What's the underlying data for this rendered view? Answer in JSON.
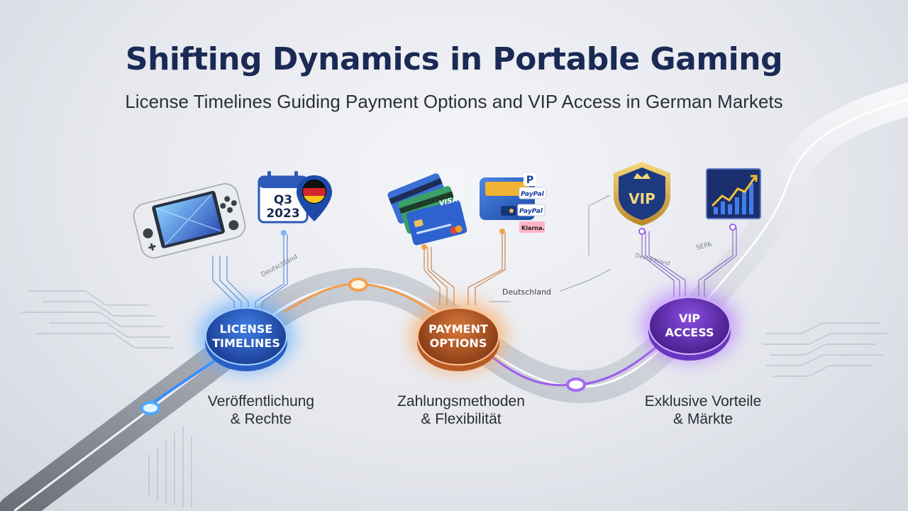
{
  "title": "Shifting Dynamics in Portable Gaming",
  "subtitle": "License Timelines Guiding Payment Options and VIP Access in German Markets",
  "stages": [
    {
      "label": "LICENSE\nTIMELINES",
      "caption_line1": "Veröffentlichung",
      "caption_line2": "& Rechte",
      "color": "#2f6fe0"
    },
    {
      "label": "PAYMENT\nOPTIONS",
      "caption_line1": "Zahlungsmethoden",
      "caption_line2": "& Flexibilität",
      "color": "#e07a34"
    },
    {
      "label": "VIP\nACCESS",
      "caption_line1": "Exklusive Vorteile",
      "caption_line2": "& Märkte",
      "color": "#8a4ee0"
    }
  ],
  "icons": {
    "calendar": {
      "line1": "Q3",
      "line2": "2023"
    },
    "card_brand": "VISA",
    "wallet_brands": [
      "PayPal",
      "PayPal",
      "Klarna."
    ],
    "vip_badge": "VIP"
  },
  "annotations": {
    "germany_label_1": "Deutschland",
    "germany_label_2": "Deutschland",
    "germany_label_3": "Deutschland",
    "sepa_label": "SEPA",
    "colors": {
      "title": "#1b2a55",
      "track": "#cfd3db"
    }
  }
}
